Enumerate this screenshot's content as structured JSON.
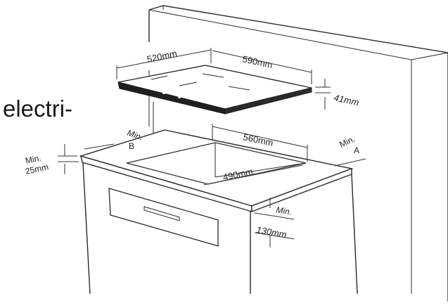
{
  "side_text": "electri-",
  "labels": {
    "hob_depth": "520mm",
    "hob_width": "590mm",
    "hob_height": "41mm",
    "cutout_width": "560mm",
    "cutout_depth": "490mm",
    "min_b_top": "Min.",
    "min_b_bottom": "B",
    "min_a_top": "Min.",
    "min_a_bottom": "A",
    "min_25_top": "Min.",
    "min_25_bottom": "25mm",
    "min_front": "Min.",
    "gap_130": "130mm"
  }
}
